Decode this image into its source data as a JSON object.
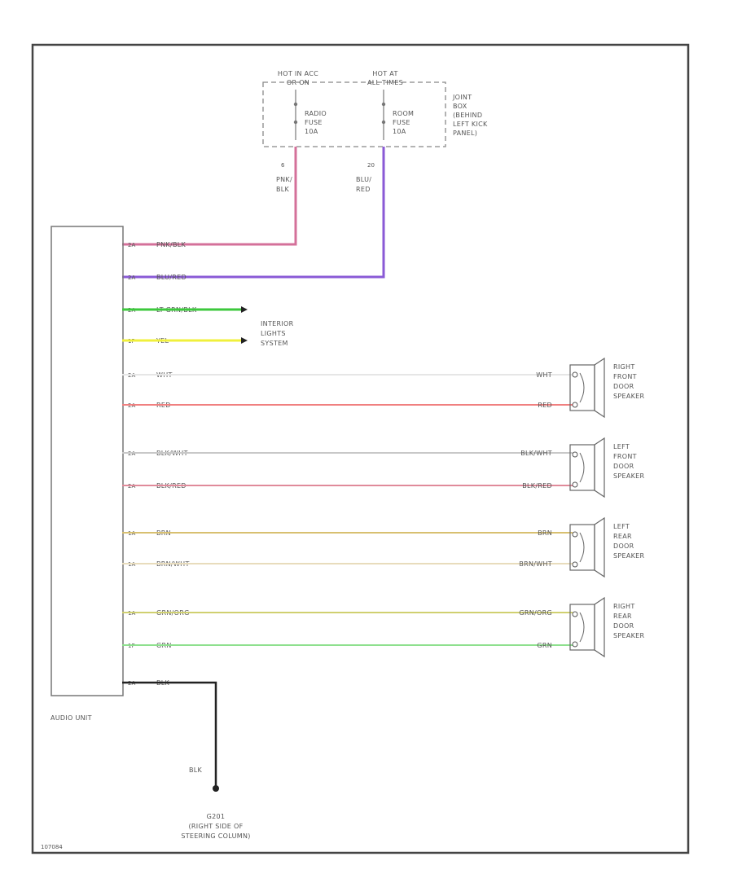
{
  "fuse_box": {
    "hot_acc": [
      "HOT IN ACC",
      "OR ON"
    ],
    "hot_all": [
      "HOT AT",
      "ALL TIMES"
    ],
    "radio_fuse": [
      "RADIO",
      "FUSE",
      "10A"
    ],
    "room_fuse": [
      "ROOM",
      "FUSE",
      "10A"
    ],
    "joint_box": [
      "JOINT",
      "BOX",
      "(BEHIND",
      "LEFT KICK",
      "PANEL)"
    ],
    "pin_radio": "6",
    "pin_room": "20",
    "color_radio": [
      "PNK/",
      "BLK"
    ],
    "color_room": [
      "BLU/",
      "RED"
    ]
  },
  "audio_unit_label": "AUDIO UNIT",
  "interior_lights": [
    "INTERIOR",
    "LIGHTS",
    "SYSTEM"
  ],
  "wires": [
    {
      "pin": "2A",
      "label": "PNK/BLK",
      "color": "#d4709a"
    },
    {
      "pin": "2A",
      "label": "BLU/RED",
      "color": "#8a5ad6"
    },
    {
      "pin": "2A",
      "label": "LT GRN/BLK",
      "color": "#3cc83c"
    },
    {
      "pin": "1P",
      "label": "YEL",
      "color": "#f0f03c"
    },
    {
      "pin": "2A",
      "label": "WHT",
      "color": "#e6e6e6",
      "end_label": "WHT"
    },
    {
      "pin": "2A",
      "label": "RED",
      "color": "#f08080",
      "end_label": "RED"
    },
    {
      "pin": "2A",
      "label": "BLK/WHT",
      "color": "#c8c8c8",
      "end_label": "BLK/WHT"
    },
    {
      "pin": "2A",
      "label": "BLK/RED",
      "color": "#e08a9a",
      "end_label": "BLK/RED"
    },
    {
      "pin": "1A",
      "label": "BRN",
      "color": "#d8c070",
      "end_label": "BRN"
    },
    {
      "pin": "1A",
      "label": "BRN/WHT",
      "color": "#e8dcbc",
      "end_label": "BRN/WHT"
    },
    {
      "pin": "1A",
      "label": "GRN/ORG",
      "color": "#d0d070",
      "end_label": "GRN/ORG"
    },
    {
      "pin": "1P",
      "label": "GRN",
      "color": "#8ee08e",
      "end_label": "GRN"
    },
    {
      "pin": "2A",
      "label": "BLK",
      "color": "#222222"
    }
  ],
  "speakers": [
    {
      "label": [
        "RIGHT",
        "FRONT",
        "DOOR",
        "SPEAKER"
      ]
    },
    {
      "label": [
        "LEFT",
        "FRONT",
        "DOOR",
        "SPEAKER"
      ]
    },
    {
      "label": [
        "LEFT",
        "REAR",
        "DOOR",
        "SPEAKER"
      ]
    },
    {
      "label": [
        "RIGHT",
        "REAR",
        "DOOR",
        "SPEAKER"
      ]
    }
  ],
  "ground": {
    "wire_label": "BLK",
    "label": [
      "G201",
      "(RIGHT SIDE OF",
      "STEERING COLUMN)"
    ]
  },
  "figure_id": "107084"
}
